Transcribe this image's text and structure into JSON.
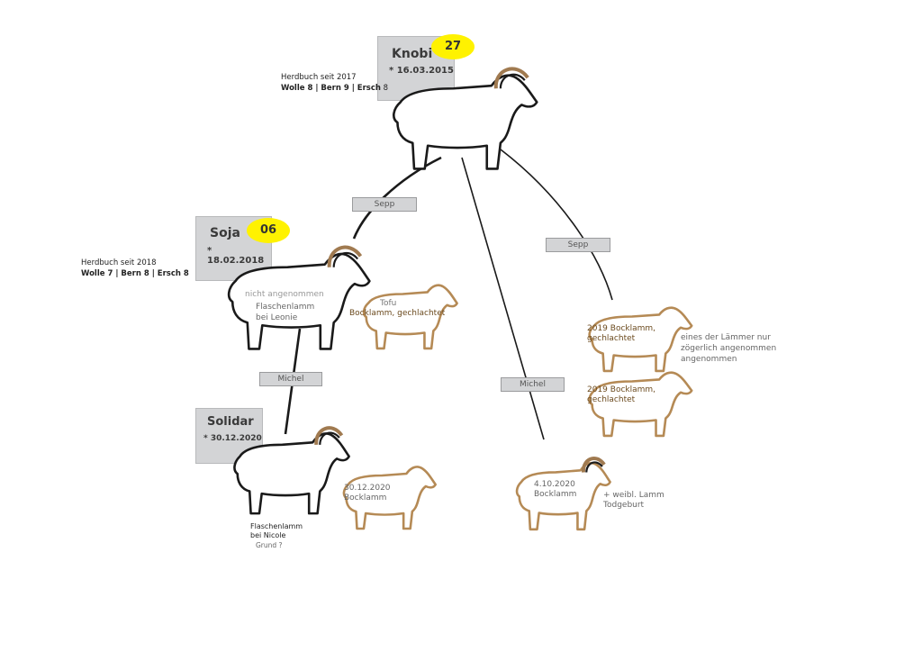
{
  "colors": {
    "box": "#d3d4d6",
    "badge": "#fff200",
    "lamb": "#b58a55",
    "horn": "#a07a50",
    "line": "#1a1a1a"
  },
  "knobi": {
    "name": "Knobi",
    "number": "27",
    "birth": "* 16.03.2015",
    "herdbook": "Herdbuch seit 2017",
    "scores_bold": "Wolle 8 | Bern 9 | Ersch",
    "scores_rest": " 8"
  },
  "soja": {
    "name": "Soja",
    "number": "06",
    "birth": "* 18.02.2018",
    "herdbook": "Herdbuch seit 2018",
    "scores": "Wolle 7 | Bern 8 | Ersch 8",
    "note1": "nicht angenommen",
    "note2": "Flaschenlamm",
    "note3": "bei Leonie"
  },
  "solidar": {
    "name": "Solidar",
    "birth": "* 30.12.2020",
    "note1": "Flaschenlamm",
    "note2": "bei Nicole",
    "note3": "Grund ?"
  },
  "edges": {
    "sepp1": "Sepp",
    "sepp2": "Sepp",
    "michel1": "Michel",
    "michel2": "Michel"
  },
  "lambs": {
    "tofu": {
      "line1": "Tofu",
      "line2": "Bocklamm, gechlachtet"
    },
    "r1": {
      "line1": "2019 Bocklamm,",
      "line2": "gechlachtet"
    },
    "r2": {
      "line1": "2019 Bocklamm,",
      "line2": "gechlachtet"
    },
    "r_note": {
      "line1": "eines der Lämmer nur",
      "line2": "zögerlich angenommen",
      "line3": "angenommen"
    },
    "l3012": {
      "line1": "30.12.2020",
      "line2": "Bocklamm"
    },
    "l0410": {
      "line1": "4.10.2020",
      "line2": "Bocklamm",
      "note1": "+ weibl. Lamm",
      "note2": "Todgeburt"
    }
  }
}
